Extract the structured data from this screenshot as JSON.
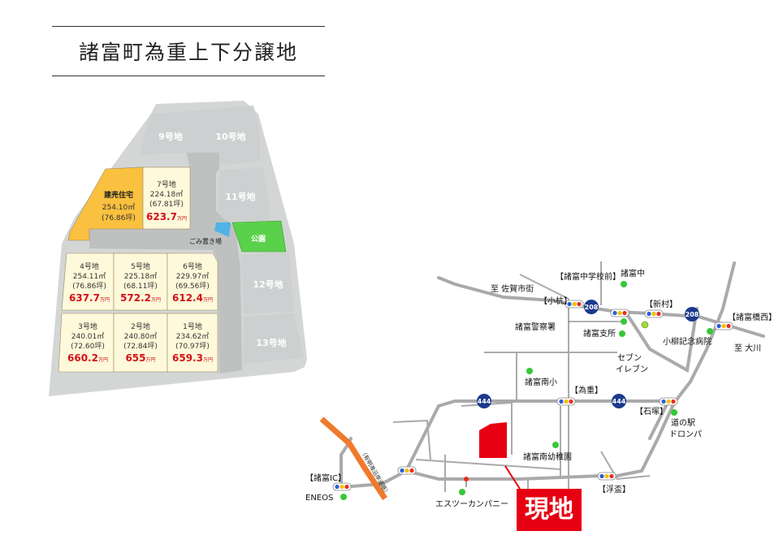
{
  "title": "諸富町為重上下分譲地",
  "plot": {
    "lots": [
      {
        "name": "建売住宅",
        "area_m2": "254.10㎡",
        "area_tsubo": "(76.86坪)",
        "price": "",
        "price_unit": ""
      },
      {
        "name": "7号地",
        "area_m2": "224.18㎡",
        "area_tsubo": "(67.81坪)",
        "price": "623.7",
        "price_unit": "万円"
      },
      {
        "name": "4号地",
        "area_m2": "254.11㎡",
        "area_tsubo": "(76.86坪)",
        "price": "637.7",
        "price_unit": "万円"
      },
      {
        "name": "5号地",
        "area_m2": "225.18㎡",
        "area_tsubo": "(68.11坪)",
        "price": "572.2",
        "price_unit": "万円"
      },
      {
        "name": "6号地",
        "area_m2": "229.97㎡",
        "area_tsubo": "(69.56坪)",
        "price": "612.4",
        "price_unit": "万円"
      },
      {
        "name": "3号地",
        "area_m2": "240.01㎡",
        "area_tsubo": "(72.60坪)",
        "price": "660.2",
        "price_unit": "万円"
      },
      {
        "name": "2号地",
        "area_m2": "240.80㎡",
        "area_tsubo": "(72.84坪)",
        "price": "655",
        "price_unit": "万円"
      },
      {
        "name": "1号地",
        "area_m2": "234.62㎡",
        "area_tsubo": "(70.97坪)",
        "price": "659.3",
        "price_unit": "万円"
      }
    ],
    "other_lots": [
      "9号地",
      "10号地",
      "11号地",
      "12号地",
      "13号地"
    ],
    "park": "公園",
    "garbage": "ごみ置き場"
  },
  "map": {
    "labels": {
      "moroomi_chugakko_mae": "【諸富中学校前】",
      "moroomi_chu": "諸富中",
      "saga_shigai": "至 佐賀市街",
      "komuku": "【小杭】",
      "shinmura": "【新村】",
      "moroomi_hashinishi": "【諸富橋西】",
      "moroomi_keisatsu": "諸富警察署",
      "moroomi_shisho": "諸富支所",
      "koyanagi": "小柳記念病院",
      "okawa": "至 大川",
      "seven_1": "セブン",
      "seven_2": "イレブン",
      "minami_sho": "諸富南小",
      "tameshige": "【為重】",
      "ishizuka": "【石塚】",
      "michi_no_eki_1": "道の駅",
      "michi_no_eki_2": "ドロンパ",
      "minami_youchien": "諸富南幼稚園",
      "moroomi_ic": "【諸富IC】",
      "eneos": "ENEOS",
      "es_company": "エスツーカンパニー",
      "ukisato": "【浮盃】",
      "expressway": "（有明海沿岸道路）",
      "genchi": "現地"
    },
    "routes": [
      "208",
      "208",
      "444",
      "444"
    ],
    "colors": {
      "road": "#aaaaaa",
      "site": "#e60012",
      "expressway": "#f07a2c",
      "route_shield": "#1b3a8c",
      "landmark": "#37c837"
    }
  }
}
